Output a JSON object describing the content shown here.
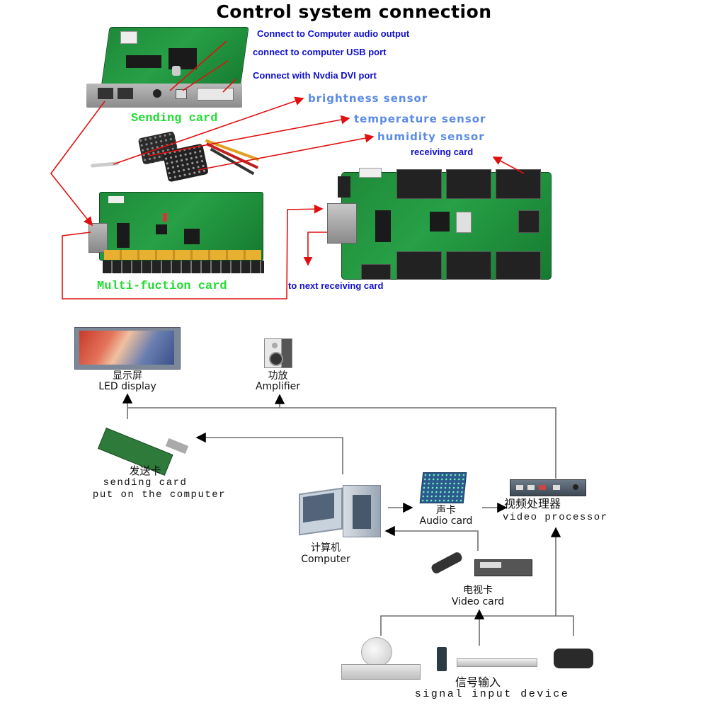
{
  "title": "Control system connection",
  "top_section": {
    "sending_card_labels": [
      "Connect to Computer audio output",
      "connect to computer USB port",
      "Connect with Nvdia DVI port"
    ],
    "sensor_labels": [
      "brightness sensor",
      "temperature sensor",
      "humidity sensor"
    ],
    "receiving_card_label": "receiving card",
    "sending_card_caption": "Sending card",
    "multifunction_card_caption": "Multi-fuction card",
    "next_receiving_label": "to next receiving card",
    "colors": {
      "arrow": "#e01010",
      "blue_text": "#1010d0",
      "sky_text": "#5a8ae6",
      "green_text": "#22dd33"
    }
  },
  "bottom_section": {
    "nodes": {
      "led_display": {
        "zh": "显示屏",
        "en": "LED display",
        "icon": "led-display-icon"
      },
      "amplifier": {
        "zh": "功放",
        "en": "Amplifier",
        "icon": "speaker-icon"
      },
      "sending_card": {
        "zh": "发送卡",
        "en": "sending card",
        "en2": "put on the computer",
        "icon": "pci-card-icon"
      },
      "computer": {
        "zh": "计算机",
        "en": "Computer",
        "icon": "computer-icon"
      },
      "audio_card": {
        "zh": "声卡",
        "en": "Audio card",
        "icon": "sound-card-icon"
      },
      "video_processor": {
        "zh": "视频处理器",
        "en": "video processor",
        "icon": "video-processor-icon"
      },
      "video_card": {
        "zh": "电视卡",
        "en": "Video card",
        "icon": "tv-card-icon"
      },
      "signal_input": {
        "zh": "信号输入",
        "en": "signal input device",
        "icon": "signal-devices-icon"
      }
    },
    "connections": [
      [
        "computer",
        "sending_card"
      ],
      [
        "sending_card",
        "led_display"
      ],
      [
        "video_processor",
        "amplifier"
      ],
      [
        "video_processor",
        "led_display"
      ],
      [
        "computer",
        "audio_card"
      ],
      [
        "audio_card",
        "video_processor"
      ],
      [
        "video_card",
        "computer"
      ],
      [
        "signal_input",
        "video_card"
      ],
      [
        "signal_input",
        "video_processor"
      ]
    ],
    "colors": {
      "line": "#6e6e6e",
      "arrowhead": "#000000"
    }
  }
}
